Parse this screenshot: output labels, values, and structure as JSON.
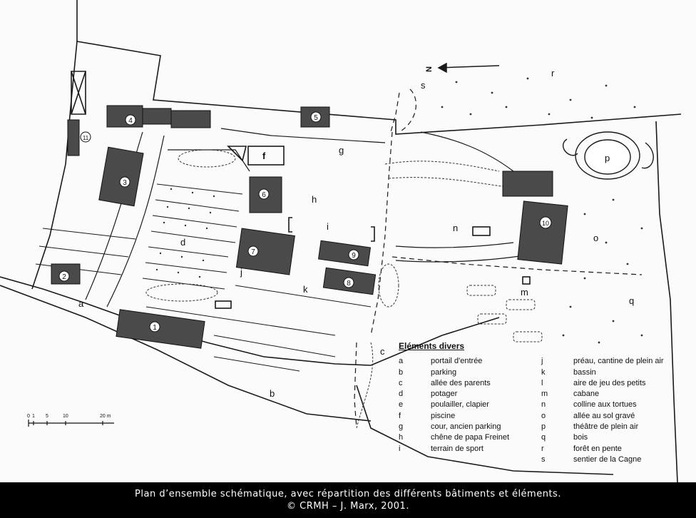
{
  "map": {
    "north_label": "N",
    "building_numbers": [
      "1",
      "2",
      "3",
      "4",
      "5",
      "6",
      "7",
      "8",
      "9",
      "10",
      "11"
    ],
    "area_letters": [
      "a",
      "b",
      "c",
      "d",
      "f",
      "g",
      "h",
      "i",
      "j",
      "k",
      "m",
      "n",
      "o",
      "p",
      "q",
      "r",
      "s"
    ],
    "scale_labels": [
      "0",
      "1",
      "5",
      "10",
      "20 m"
    ],
    "colors": {
      "building_fill": "#4a4a4a",
      "line": "#1a1a1a",
      "background": "#fbfbfb",
      "caption_bg": "#000000"
    }
  },
  "legend": {
    "title": "Eléments divers",
    "left": [
      {
        "key": "a",
        "label": "portail d'entrée"
      },
      {
        "key": "b",
        "label": "parking"
      },
      {
        "key": "c",
        "label": "allée des parents"
      },
      {
        "key": "d",
        "label": "potager"
      },
      {
        "key": "e",
        "label": "poulailler, clapier"
      },
      {
        "key": "f",
        "label": "piscine"
      },
      {
        "key": "g",
        "label": "cour, ancien parking"
      },
      {
        "key": "h",
        "label": "chêne de papa Freinet"
      },
      {
        "key": "i",
        "label": "terrain de sport"
      }
    ],
    "right": [
      {
        "key": "j",
        "label": "préau, cantine de plein air"
      },
      {
        "key": "k",
        "label": "bassin"
      },
      {
        "key": "l",
        "label": "aire de jeu des petits"
      },
      {
        "key": "m",
        "label": "cabane"
      },
      {
        "key": "n",
        "label": "colline aux tortues"
      },
      {
        "key": "o",
        "label": "allée au sol gravé"
      },
      {
        "key": "p",
        "label": "théâtre de plein air"
      },
      {
        "key": "q",
        "label": "bois"
      },
      {
        "key": "r",
        "label": "forêt en pente"
      },
      {
        "key": "s",
        "label": "sentier de la Cagne"
      }
    ]
  },
  "caption": {
    "line1": "Plan d’ensemble schématique, avec répartition des différents bâtiments et éléments.",
    "line2": "© CRMH – J. Marx, 2001."
  }
}
